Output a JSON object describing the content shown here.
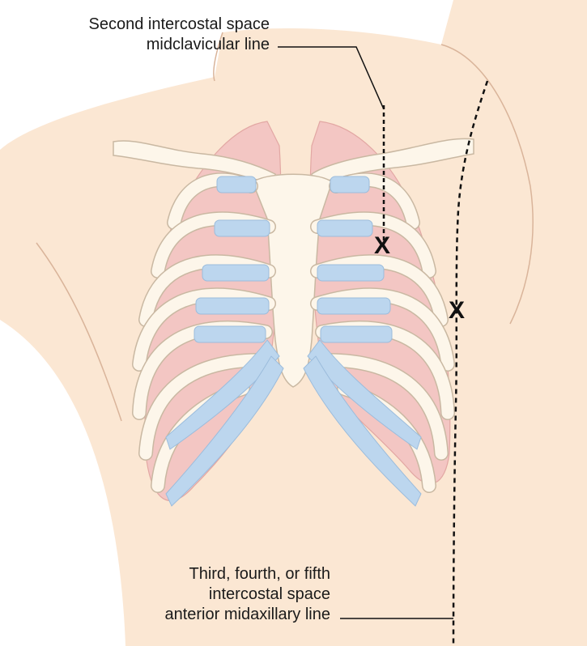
{
  "labels": {
    "top": [
      "Second intercostal space",
      "midclavicular line"
    ],
    "bottom": [
      "Third, fourth, or fifth",
      "intercostal space",
      "anterior midaxillary line"
    ]
  },
  "markers": [
    "X",
    "X"
  ],
  "colors": {
    "skin": "#fbe7d3",
    "skin_outline": "#d9b49a",
    "lung": "#f3c6c3",
    "bone": "#fdf6ea",
    "bone_outline": "#c9b8a2",
    "cartilage": "#bcd6ee",
    "line": "#111111"
  }
}
